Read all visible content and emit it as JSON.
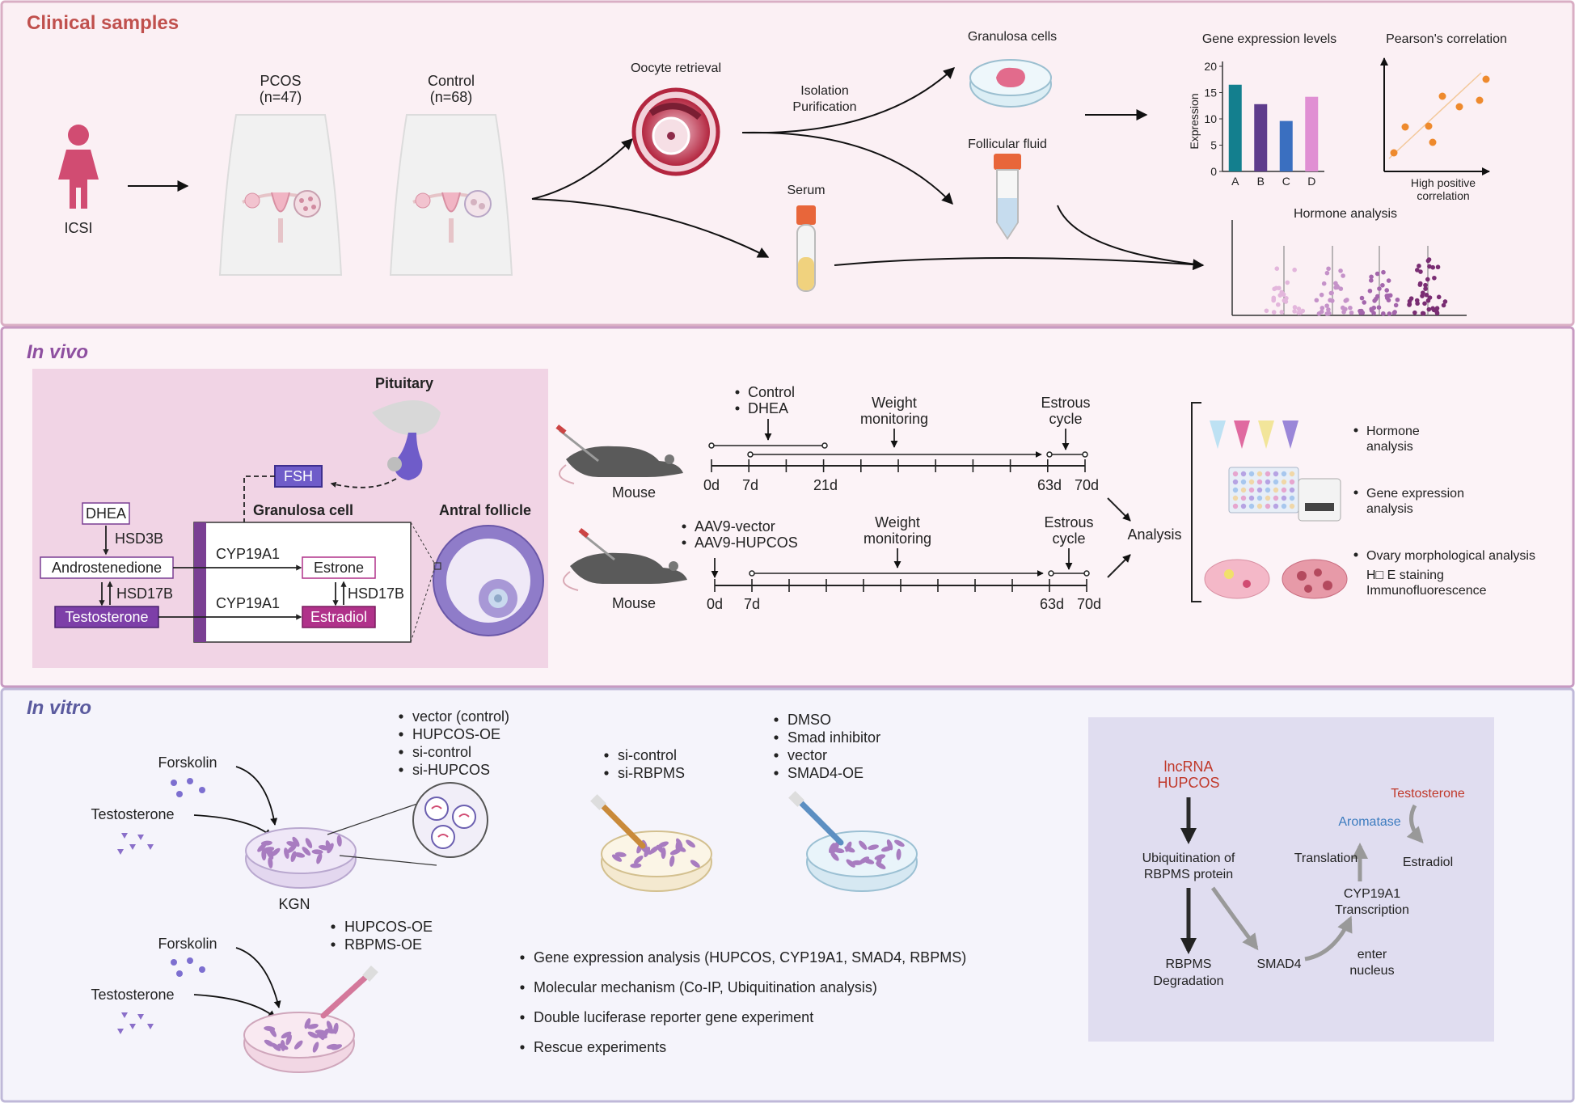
{
  "clinical": {
    "title": "Clinical samples",
    "icsi": "ICSI",
    "pcos": "PCOS",
    "pcos_n": "(n=47)",
    "control": "Control",
    "control_n": "(n=68)",
    "oocyte": "Oocyte retrieval",
    "isolation": "Isolation",
    "purification": "Purification",
    "granulosa": "Granulosa cells",
    "follicular": "Follicular fluid",
    "serum": "Serum",
    "gene_title": "Gene expression levels",
    "pearson_title": "Pearson's correlation",
    "pearson_note1": "High positive",
    "pearson_note2": "correlation",
    "hormone_title": "Hormone analysis"
  },
  "chart_data": {
    "type": "bar",
    "title": "Gene expression levels",
    "categories": [
      "A",
      "B",
      "C",
      "D"
    ],
    "values": [
      16.5,
      12.8,
      9.6,
      14.2
    ],
    "ylabel": "Expression",
    "ylim": [
      0,
      20
    ],
    "yticks": [
      "0",
      "5",
      "10",
      "15",
      "20"
    ],
    "colors": [
      "#137f8e",
      "#5e3c8c",
      "#3a6fc0",
      "#e08fd3"
    ]
  },
  "invivo": {
    "title": "In vivo",
    "pituitary": "Pituitary",
    "fsh": "FSH",
    "granulosa_cell": "Granulosa cell",
    "antral": "Antral follicle",
    "dhea": "DHEA",
    "hsd3b": "HSD3B",
    "androstenedione": "Androstenedione",
    "hsd17b_left": "HSD17B",
    "testosterone": "Testosterone",
    "cyp1": "CYP19A1",
    "cyp2": "CYP19A1",
    "estrone": "Estrone",
    "hsd17b_right": "HSD17B",
    "estradiol": "Estradiol",
    "mouse1": "Mouse",
    "mouse2": "Mouse",
    "t1_bullets": [
      "Control",
      "DHEA"
    ],
    "t2_bullets": [
      "AAV9-vector",
      "AAV9-HUPCOS"
    ],
    "weight1": "Weight",
    "weight2": "monitoring",
    "estrous1": "Estrous",
    "estrous2": "cycle",
    "t1_days": [
      "0d",
      "7d",
      "21d",
      "63d",
      "70d"
    ],
    "t2_days": [
      "0d",
      "7d",
      "63d",
      "70d"
    ],
    "analysis": "Analysis",
    "results": [
      "Hormone",
      "analysis",
      "Gene expression",
      "analysis",
      "Ovary morphological analysis",
      "H□ E staining",
      "Immunofluorescence"
    ]
  },
  "invitro": {
    "title": "In vitro",
    "forskolin1": "Forskolin",
    "testosterone1": "Testosterone",
    "kgn": "KGN",
    "group1": [
      "vector (control)",
      "HUPCOS-OE",
      "si-control",
      "si-HUPCOS"
    ],
    "group2": [
      "si-control",
      "si-RBPMS"
    ],
    "group3": [
      "DMSO",
      "Smad inhibitor",
      "vector",
      "SMAD4-OE"
    ],
    "forskolin2": "Forskolin",
    "testosterone2": "Testosterone",
    "group4": [
      "HUPCOS-OE",
      "RBPMS-OE"
    ],
    "experiments": [
      "Gene expression analysis (HUPCOS, CYP19A1, SMAD4, RBPMS)",
      "Molecular mechanism (Co-IP, Ubiquitination analysis)",
      "Double luciferase reporter gene experiment",
      "Rescue experiments"
    ],
    "mech": {
      "lnc1": "lncRNA",
      "lnc2": "HUPCOS",
      "ubi1": "Ubiquitination of",
      "ubi2": "RBPMS protein",
      "rbpms1": "RBPMS",
      "rbpms2": "Degradation",
      "smad4": "SMAD4",
      "enter1": "enter",
      "enter2": "nucleus",
      "cyp1": "CYP19A1",
      "cyp2": "Transcription",
      "translation": "Translation",
      "aromatase": "Aromatase",
      "testosterone": "Testosterone",
      "estradiol": "Estradiol"
    }
  },
  "colors": {
    "sec1_bg": "#fbf0f4",
    "sec1_border": "#d9aec4",
    "sec2_bg": "#fcf3f7",
    "sec2_border": "#c79ac2",
    "sec3_bg": "#f5f4fb",
    "sec3_border": "#bfb8d8",
    "title_red": "#c0504d",
    "title_purple": "#8e4fa0",
    "title_blue": "#5a5a9e",
    "purple_dark": "#7d3fa8",
    "magenta": "#b0328a",
    "fsh": "#6f5cc9",
    "mech_bg": "#e0ddf0"
  }
}
